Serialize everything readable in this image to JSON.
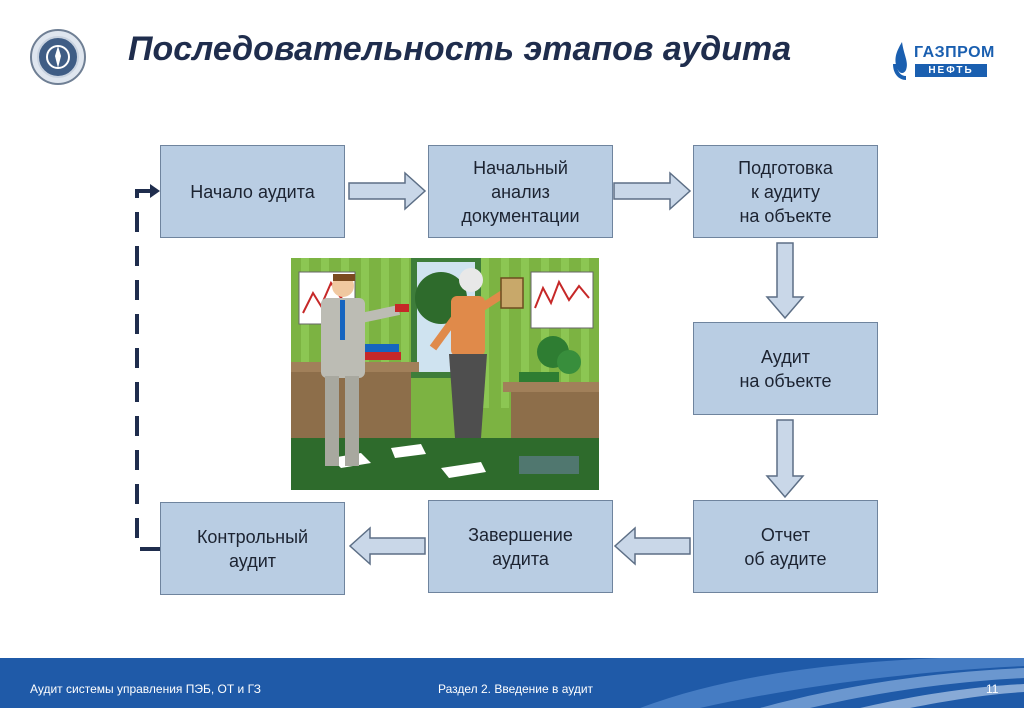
{
  "header": {
    "title": "Последовательность этапов аудита",
    "logo_line1": "ГАЗПРОМ",
    "logo_line2": "НЕФТЬ"
  },
  "diagram": {
    "steps": [
      "Начало аудита",
      "Начальный\nанализ\nдокументации",
      "Подготовка\nк аудиту\nна объекте",
      "Аудит\nна объекте",
      "Отчет\nоб аудите",
      "Завершение\nаудита",
      "Контрольный\nаудит"
    ]
  },
  "footer": {
    "left": "Аудит системы управления ПЭБ, ОТ и ГЗ",
    "center": "Раздел 2. Введение в аудит",
    "page_number": "11"
  },
  "colors": {
    "box_fill": "#b9cde3",
    "box_border": "#6f849e",
    "title": "#1f2d4d",
    "footer": "#1f5aa8",
    "dashed_line": "#1f2d4d"
  },
  "icons": {
    "emblem": "round-seal-emblem-icon",
    "logo": "gazprom-flame-icon",
    "illustration": "office-audit-illustration"
  }
}
